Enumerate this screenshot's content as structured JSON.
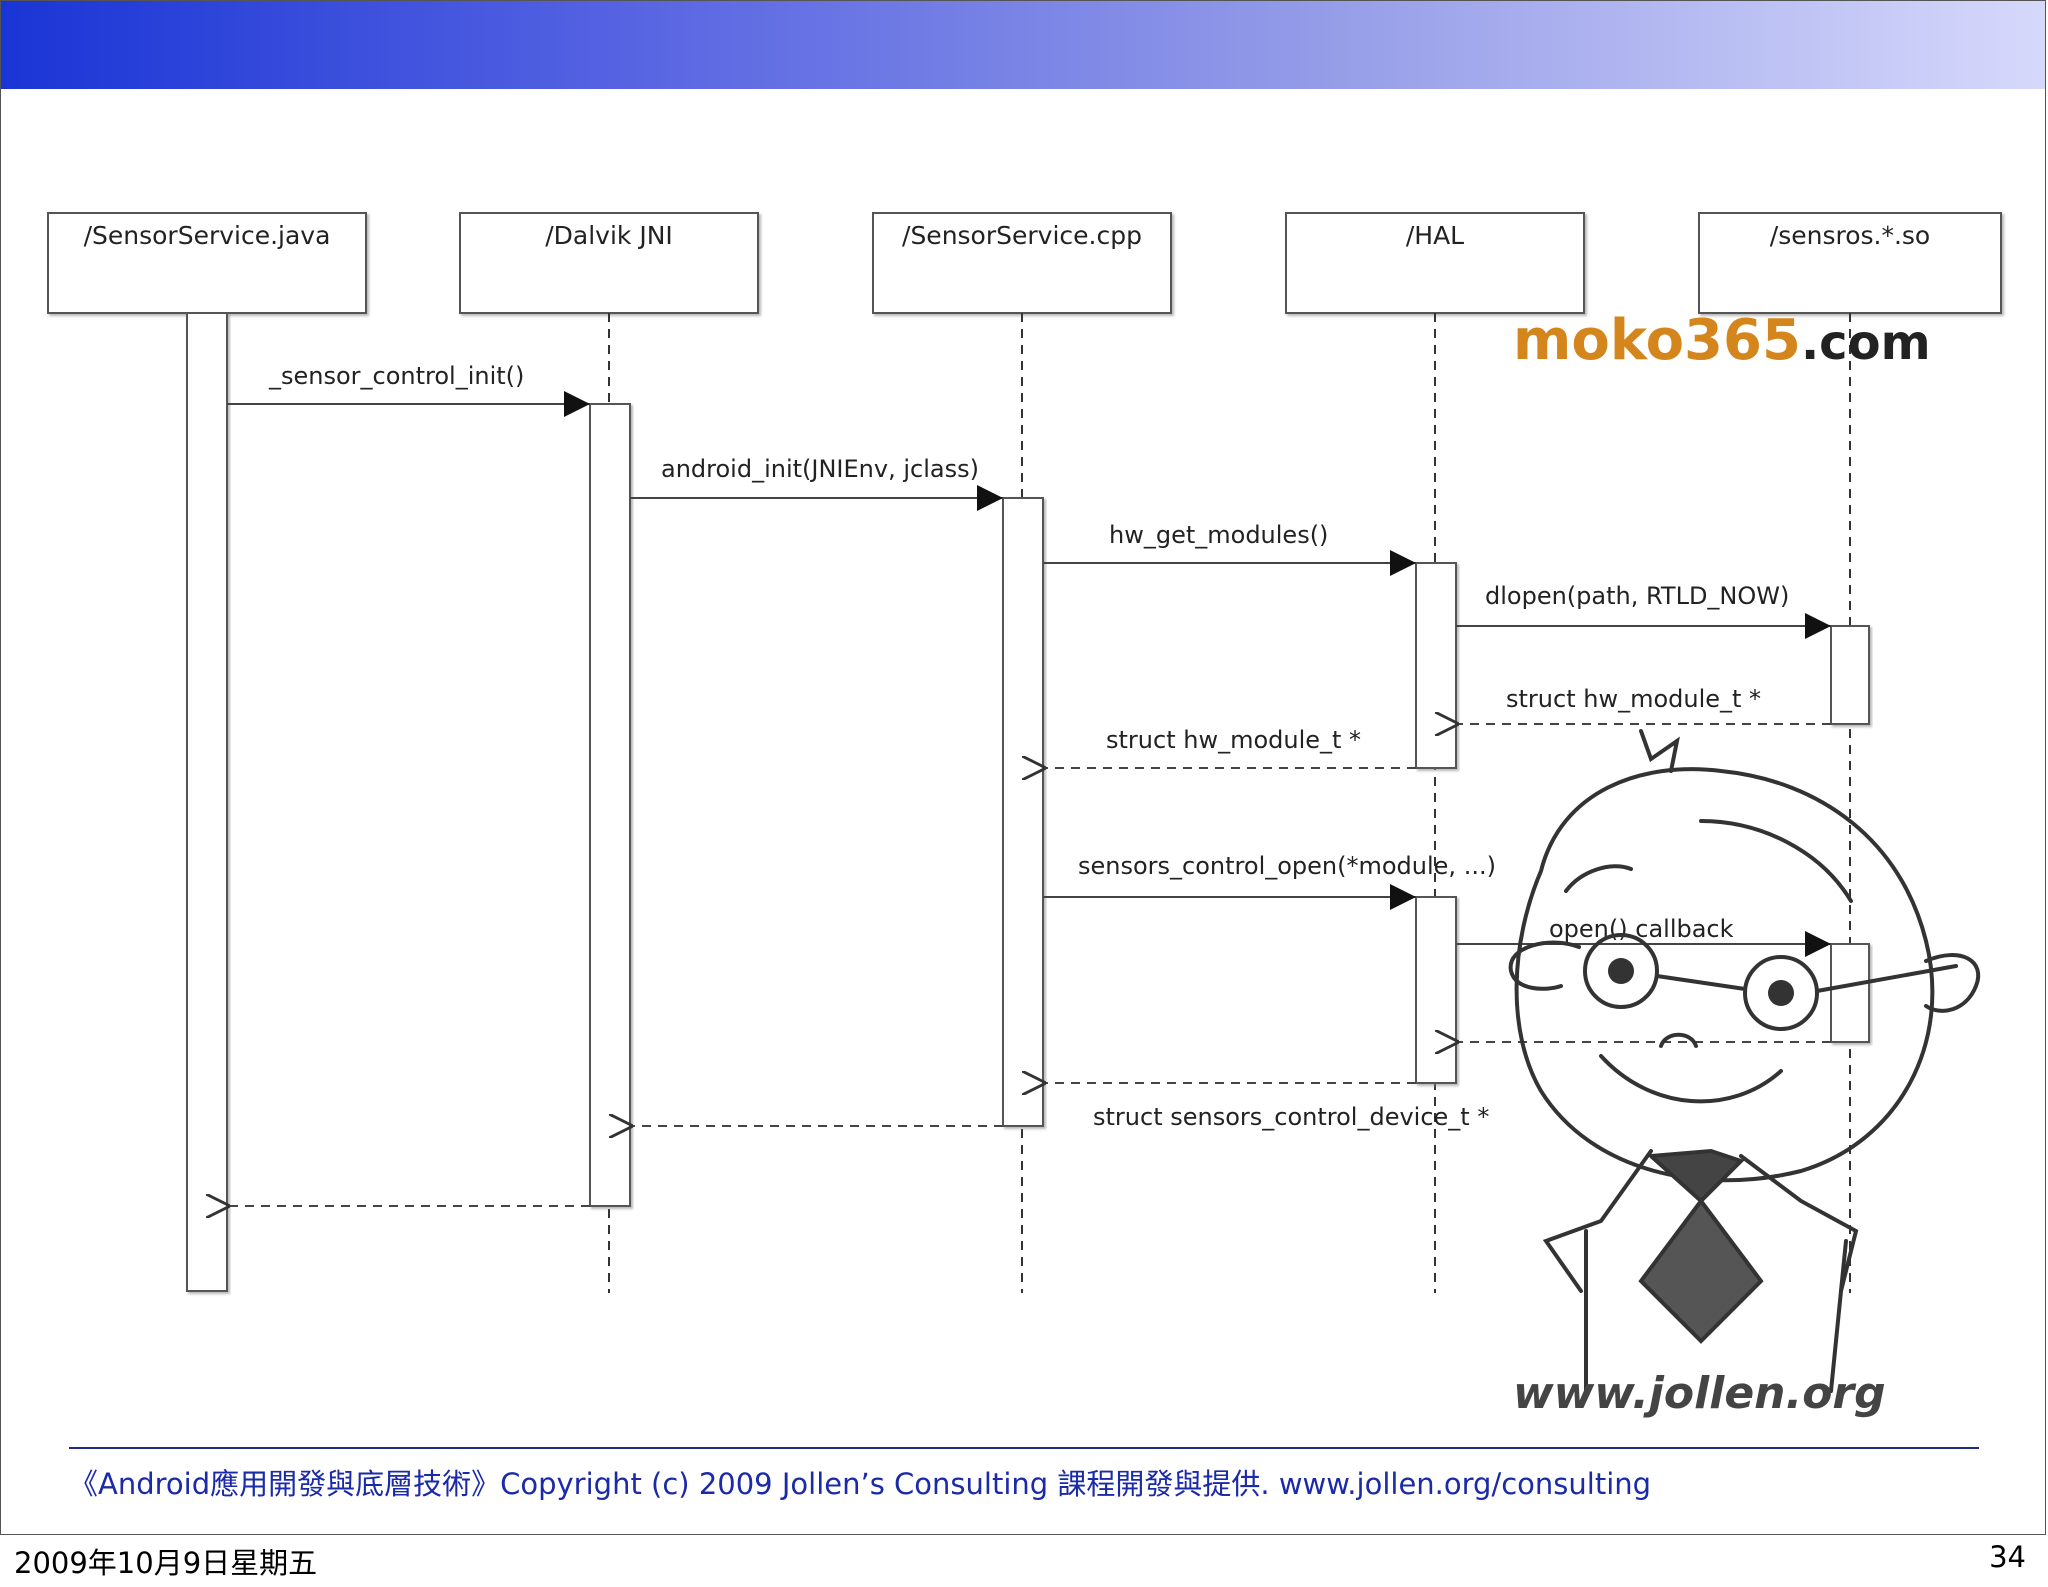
{
  "lifelines": [
    {
      "label": "/SensorService.java"
    },
    {
      "label": "/Dalvik JNI"
    },
    {
      "label": "/SensorService.cpp"
    },
    {
      "label": "/HAL"
    },
    {
      "label": "/sensros.*.so"
    }
  ],
  "messages": [
    {
      "label": "_sensor_control_init()"
    },
    {
      "label": "android_init(JNIEnv, jclass)"
    },
    {
      "label": "hw_get_modules()"
    },
    {
      "label": "dlopen(path, RTLD_NOW)"
    },
    {
      "label": "struct hw_module_t *"
    },
    {
      "label": "struct hw_module_t *"
    },
    {
      "label": "sensors_control_open(*module, ...)"
    },
    {
      "label": "open() callback"
    },
    {
      "label": "struct sensors_control_device_t *"
    }
  ],
  "watermark": {
    "brand": "moko365",
    "suffix": ".com",
    "site": "www.jollen.org",
    "brand_color": "#d4861c"
  },
  "footer": {
    "copyright": "《Android應用開發與底層技術》Copyright (c) 2009 Jollen’s Consulting 課程開發與提供. www.jollen.org/consulting",
    "date": "2009年10月9日星期五",
    "page_number": "34"
  },
  "colors": {
    "header_start": "#1a35d6",
    "header_end": "#d6d8fb",
    "footer_text": "#1b2aa8"
  }
}
